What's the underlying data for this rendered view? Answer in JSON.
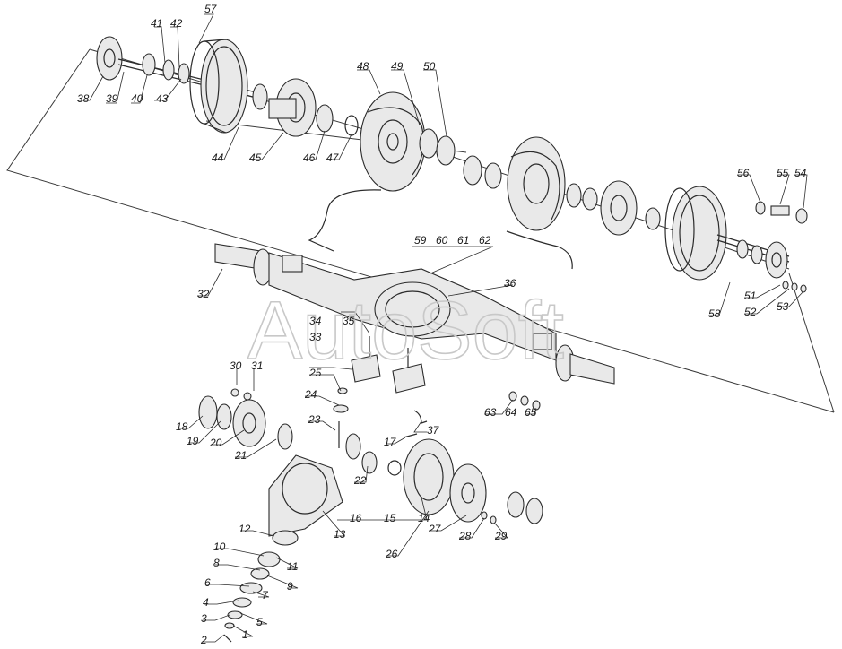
{
  "watermark": "AutoSoft",
  "callouts": [
    {
      "id": "1",
      "text": "1"
    },
    {
      "id": "2",
      "text": "2"
    },
    {
      "id": "3",
      "text": "3"
    },
    {
      "id": "4",
      "text": "4"
    },
    {
      "id": "5",
      "text": "5"
    },
    {
      "id": "6",
      "text": "6"
    },
    {
      "id": "7",
      "text": "7"
    },
    {
      "id": "8",
      "text": "8"
    },
    {
      "id": "9",
      "text": "9"
    },
    {
      "id": "10",
      "text": "10"
    },
    {
      "id": "11",
      "text": "11"
    },
    {
      "id": "12",
      "text": "12"
    },
    {
      "id": "13",
      "text": "13"
    },
    {
      "id": "14",
      "text": "14"
    },
    {
      "id": "15",
      "text": "15"
    },
    {
      "id": "16",
      "text": "16"
    },
    {
      "id": "17",
      "text": "17"
    },
    {
      "id": "18",
      "text": "18"
    },
    {
      "id": "19",
      "text": "19"
    },
    {
      "id": "20",
      "text": "20"
    },
    {
      "id": "21",
      "text": "21"
    },
    {
      "id": "22",
      "text": "22"
    },
    {
      "id": "23",
      "text": "23"
    },
    {
      "id": "24",
      "text": "24"
    },
    {
      "id": "25",
      "text": "25"
    },
    {
      "id": "26",
      "text": "26"
    },
    {
      "id": "27",
      "text": "27"
    },
    {
      "id": "28",
      "text": "28"
    },
    {
      "id": "29",
      "text": "29"
    },
    {
      "id": "30",
      "text": "30"
    },
    {
      "id": "31",
      "text": "31"
    },
    {
      "id": "32",
      "text": "32"
    },
    {
      "id": "33",
      "text": "33"
    },
    {
      "id": "34",
      "text": "34"
    },
    {
      "id": "35",
      "text": "35"
    },
    {
      "id": "36",
      "text": "36"
    },
    {
      "id": "37",
      "text": "37"
    },
    {
      "id": "38",
      "text": "38"
    },
    {
      "id": "39",
      "text": "39"
    },
    {
      "id": "40",
      "text": "40"
    },
    {
      "id": "41",
      "text": "41"
    },
    {
      "id": "42",
      "text": "42"
    },
    {
      "id": "43",
      "text": "43"
    },
    {
      "id": "44",
      "text": "44"
    },
    {
      "id": "45",
      "text": "45"
    },
    {
      "id": "46",
      "text": "46"
    },
    {
      "id": "47",
      "text": "47"
    },
    {
      "id": "48",
      "text": "48"
    },
    {
      "id": "49",
      "text": "49"
    },
    {
      "id": "50",
      "text": "50"
    },
    {
      "id": "51",
      "text": "51"
    },
    {
      "id": "52",
      "text": "52"
    },
    {
      "id": "53",
      "text": "53"
    },
    {
      "id": "54",
      "text": "54"
    },
    {
      "id": "55",
      "text": "55"
    },
    {
      "id": "56",
      "text": "56"
    },
    {
      "id": "57",
      "text": "57"
    },
    {
      "id": "58",
      "text": "58"
    },
    {
      "id": "59",
      "text": "59"
    },
    {
      "id": "60",
      "text": "60"
    },
    {
      "id": "61",
      "text": "61"
    },
    {
      "id": "62",
      "text": "62"
    },
    {
      "id": "63",
      "text": "63"
    },
    {
      "id": "64",
      "text": "64"
    },
    {
      "id": "65",
      "text": "65"
    }
  ]
}
